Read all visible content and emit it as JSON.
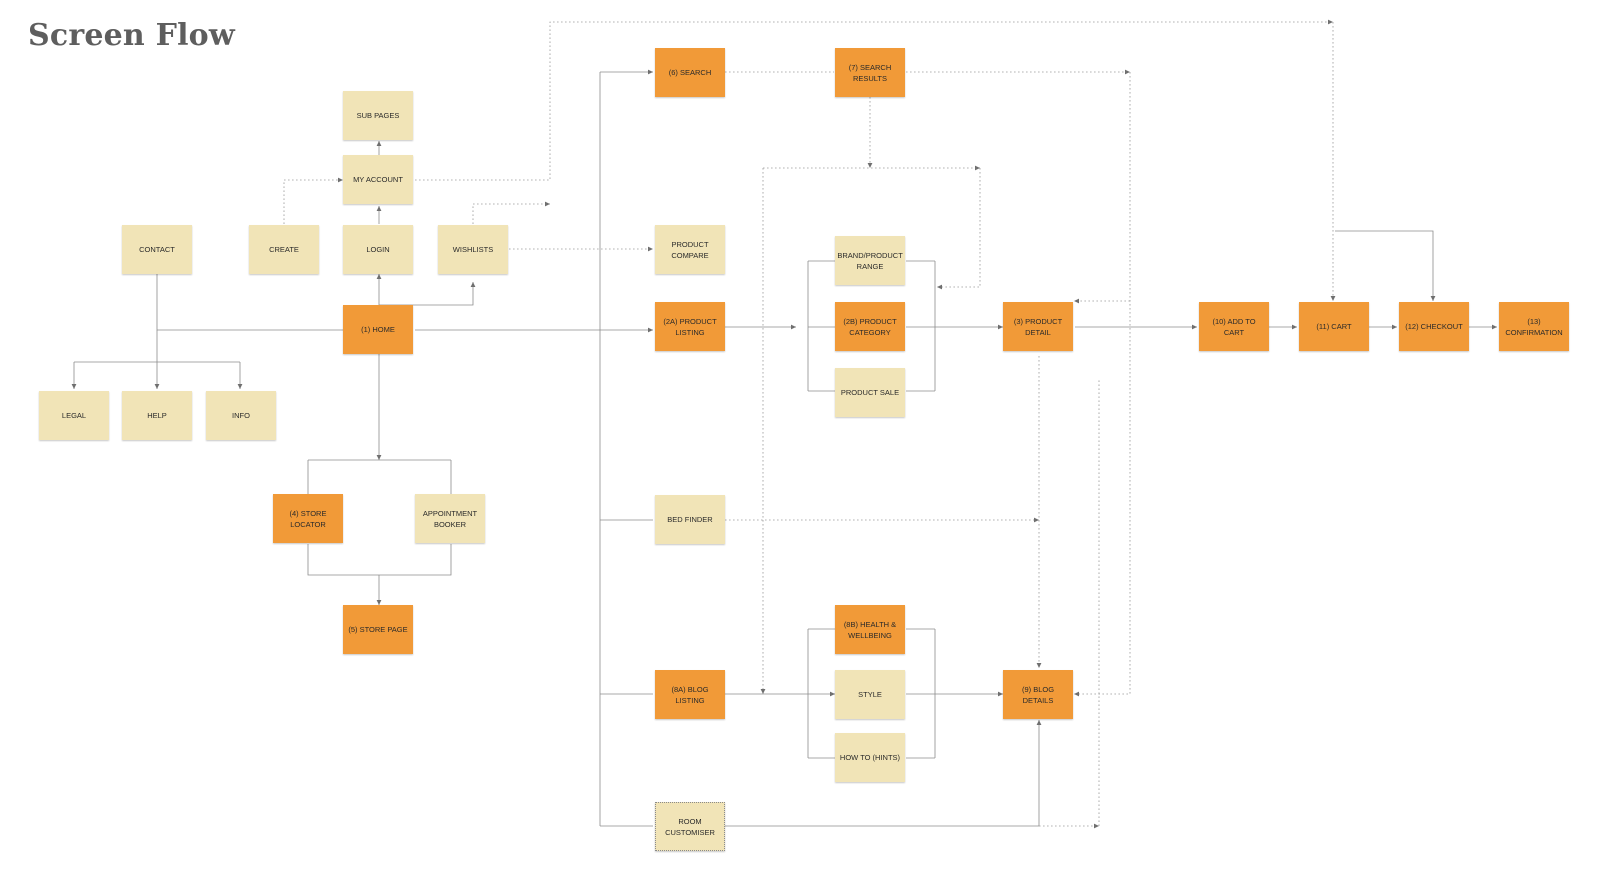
{
  "page": {
    "title": "Screen Flow"
  },
  "colors": {
    "primary": "#f19a38",
    "secondary": "#f1e4b7",
    "connector": "#8c8c8c"
  },
  "nodes": {
    "sub_pages": {
      "label": "SUB PAGES",
      "kind": "secondary"
    },
    "my_account": {
      "label": "MY ACCOUNT",
      "kind": "secondary"
    },
    "contact": {
      "label": "CONTACT",
      "kind": "secondary"
    },
    "create": {
      "label": "CREATE",
      "kind": "secondary"
    },
    "login": {
      "label": "LOGIN",
      "kind": "secondary"
    },
    "wishlists": {
      "label": "WISHLISTS",
      "kind": "secondary"
    },
    "home": {
      "label": "(1) HOME",
      "kind": "primary"
    },
    "legal": {
      "label": "LEGAL",
      "kind": "secondary"
    },
    "help": {
      "label": "HELP",
      "kind": "secondary"
    },
    "info": {
      "label": "INFO",
      "kind": "secondary"
    },
    "store_locator": {
      "label": "(4) STORE LOCATOR",
      "kind": "primary"
    },
    "appointment_booker": {
      "label": "APPOINTMENT BOOKER",
      "kind": "secondary"
    },
    "store_page": {
      "label": "(5) STORE PAGE",
      "kind": "primary"
    },
    "search": {
      "label": "(6) SEARCH",
      "kind": "primary"
    },
    "search_results": {
      "label": "(7) SEARCH RESULTS",
      "kind": "primary"
    },
    "product_compare": {
      "label": "PRODUCT COMPARE",
      "kind": "secondary"
    },
    "product_listing": {
      "label": "(2A) PRODUCT LISTING",
      "kind": "primary"
    },
    "bed_finder": {
      "label": "BED FINDER",
      "kind": "secondary"
    },
    "blog_listing": {
      "label": "(8A) BLOG LISTING",
      "kind": "primary"
    },
    "room_customiser": {
      "label": "ROOM CUSTOMISER",
      "kind": "secondary"
    },
    "brand_range": {
      "label": "BRAND/PRODUCT RANGE",
      "kind": "secondary"
    },
    "product_category": {
      "label": "(2B) PRODUCT CATEGORY",
      "kind": "primary"
    },
    "product_sale": {
      "label": "PRODUCT SALE",
      "kind": "secondary"
    },
    "health_wellbeing": {
      "label": "(8B) HEALTH & WELLBEING",
      "kind": "primary"
    },
    "style": {
      "label": "STYLE",
      "kind": "secondary"
    },
    "how_to": {
      "label": "HOW TO (HINTS)",
      "kind": "secondary"
    },
    "product_detail": {
      "label": "(3) PRODUCT DETAIL",
      "kind": "primary"
    },
    "blog_details": {
      "label": "(9) BLOG DETAILS",
      "kind": "primary"
    },
    "add_to_cart": {
      "label": "(10) ADD TO CART",
      "kind": "primary"
    },
    "cart": {
      "label": "(11) CART",
      "kind": "primary"
    },
    "checkout": {
      "label": "(12) CHECKOUT",
      "kind": "primary"
    },
    "confirmation": {
      "label": "(13) CONFIRMATION",
      "kind": "primary"
    }
  }
}
